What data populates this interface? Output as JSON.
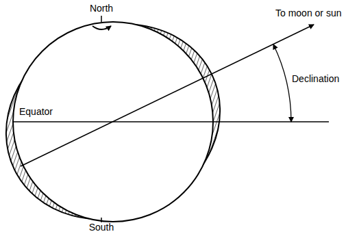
{
  "diagram": {
    "labels": [
      "North",
      "South",
      "Equator",
      "To moon or sun",
      "Declination"
    ]
  }
}
